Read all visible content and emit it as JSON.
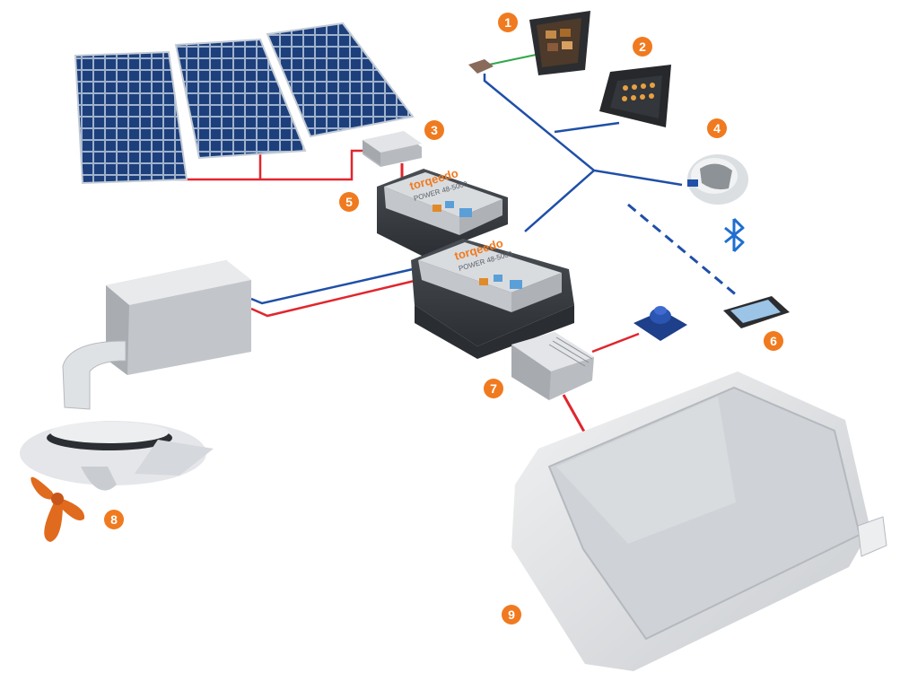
{
  "colors": {
    "positive_wire": "#e0262e",
    "data_wire": "#1f4fa8",
    "signal_wire": "#2fa84a",
    "badge": "#f07a1f",
    "solar_cell": "#1d3f7c",
    "casing": "#dfe2e5",
    "battery_body": "#3b3f44",
    "propeller": "#e06a1e"
  },
  "badges": [
    {
      "number": "1",
      "icon": "number-badge"
    },
    {
      "number": "2",
      "icon": "number-badge"
    },
    {
      "number": "3",
      "icon": "number-badge"
    },
    {
      "number": "4",
      "icon": "number-badge"
    },
    {
      "number": "5",
      "icon": "number-badge"
    },
    {
      "number": "6",
      "icon": "number-badge"
    },
    {
      "number": "7",
      "icon": "number-badge"
    },
    {
      "number": "8",
      "icon": "number-badge"
    },
    {
      "number": "9",
      "icon": "number-badge"
    }
  ],
  "battery": {
    "brand": "torqeedo",
    "model": "POWER 48-5000"
  },
  "wireless_symbol": "bluetooth-icon"
}
